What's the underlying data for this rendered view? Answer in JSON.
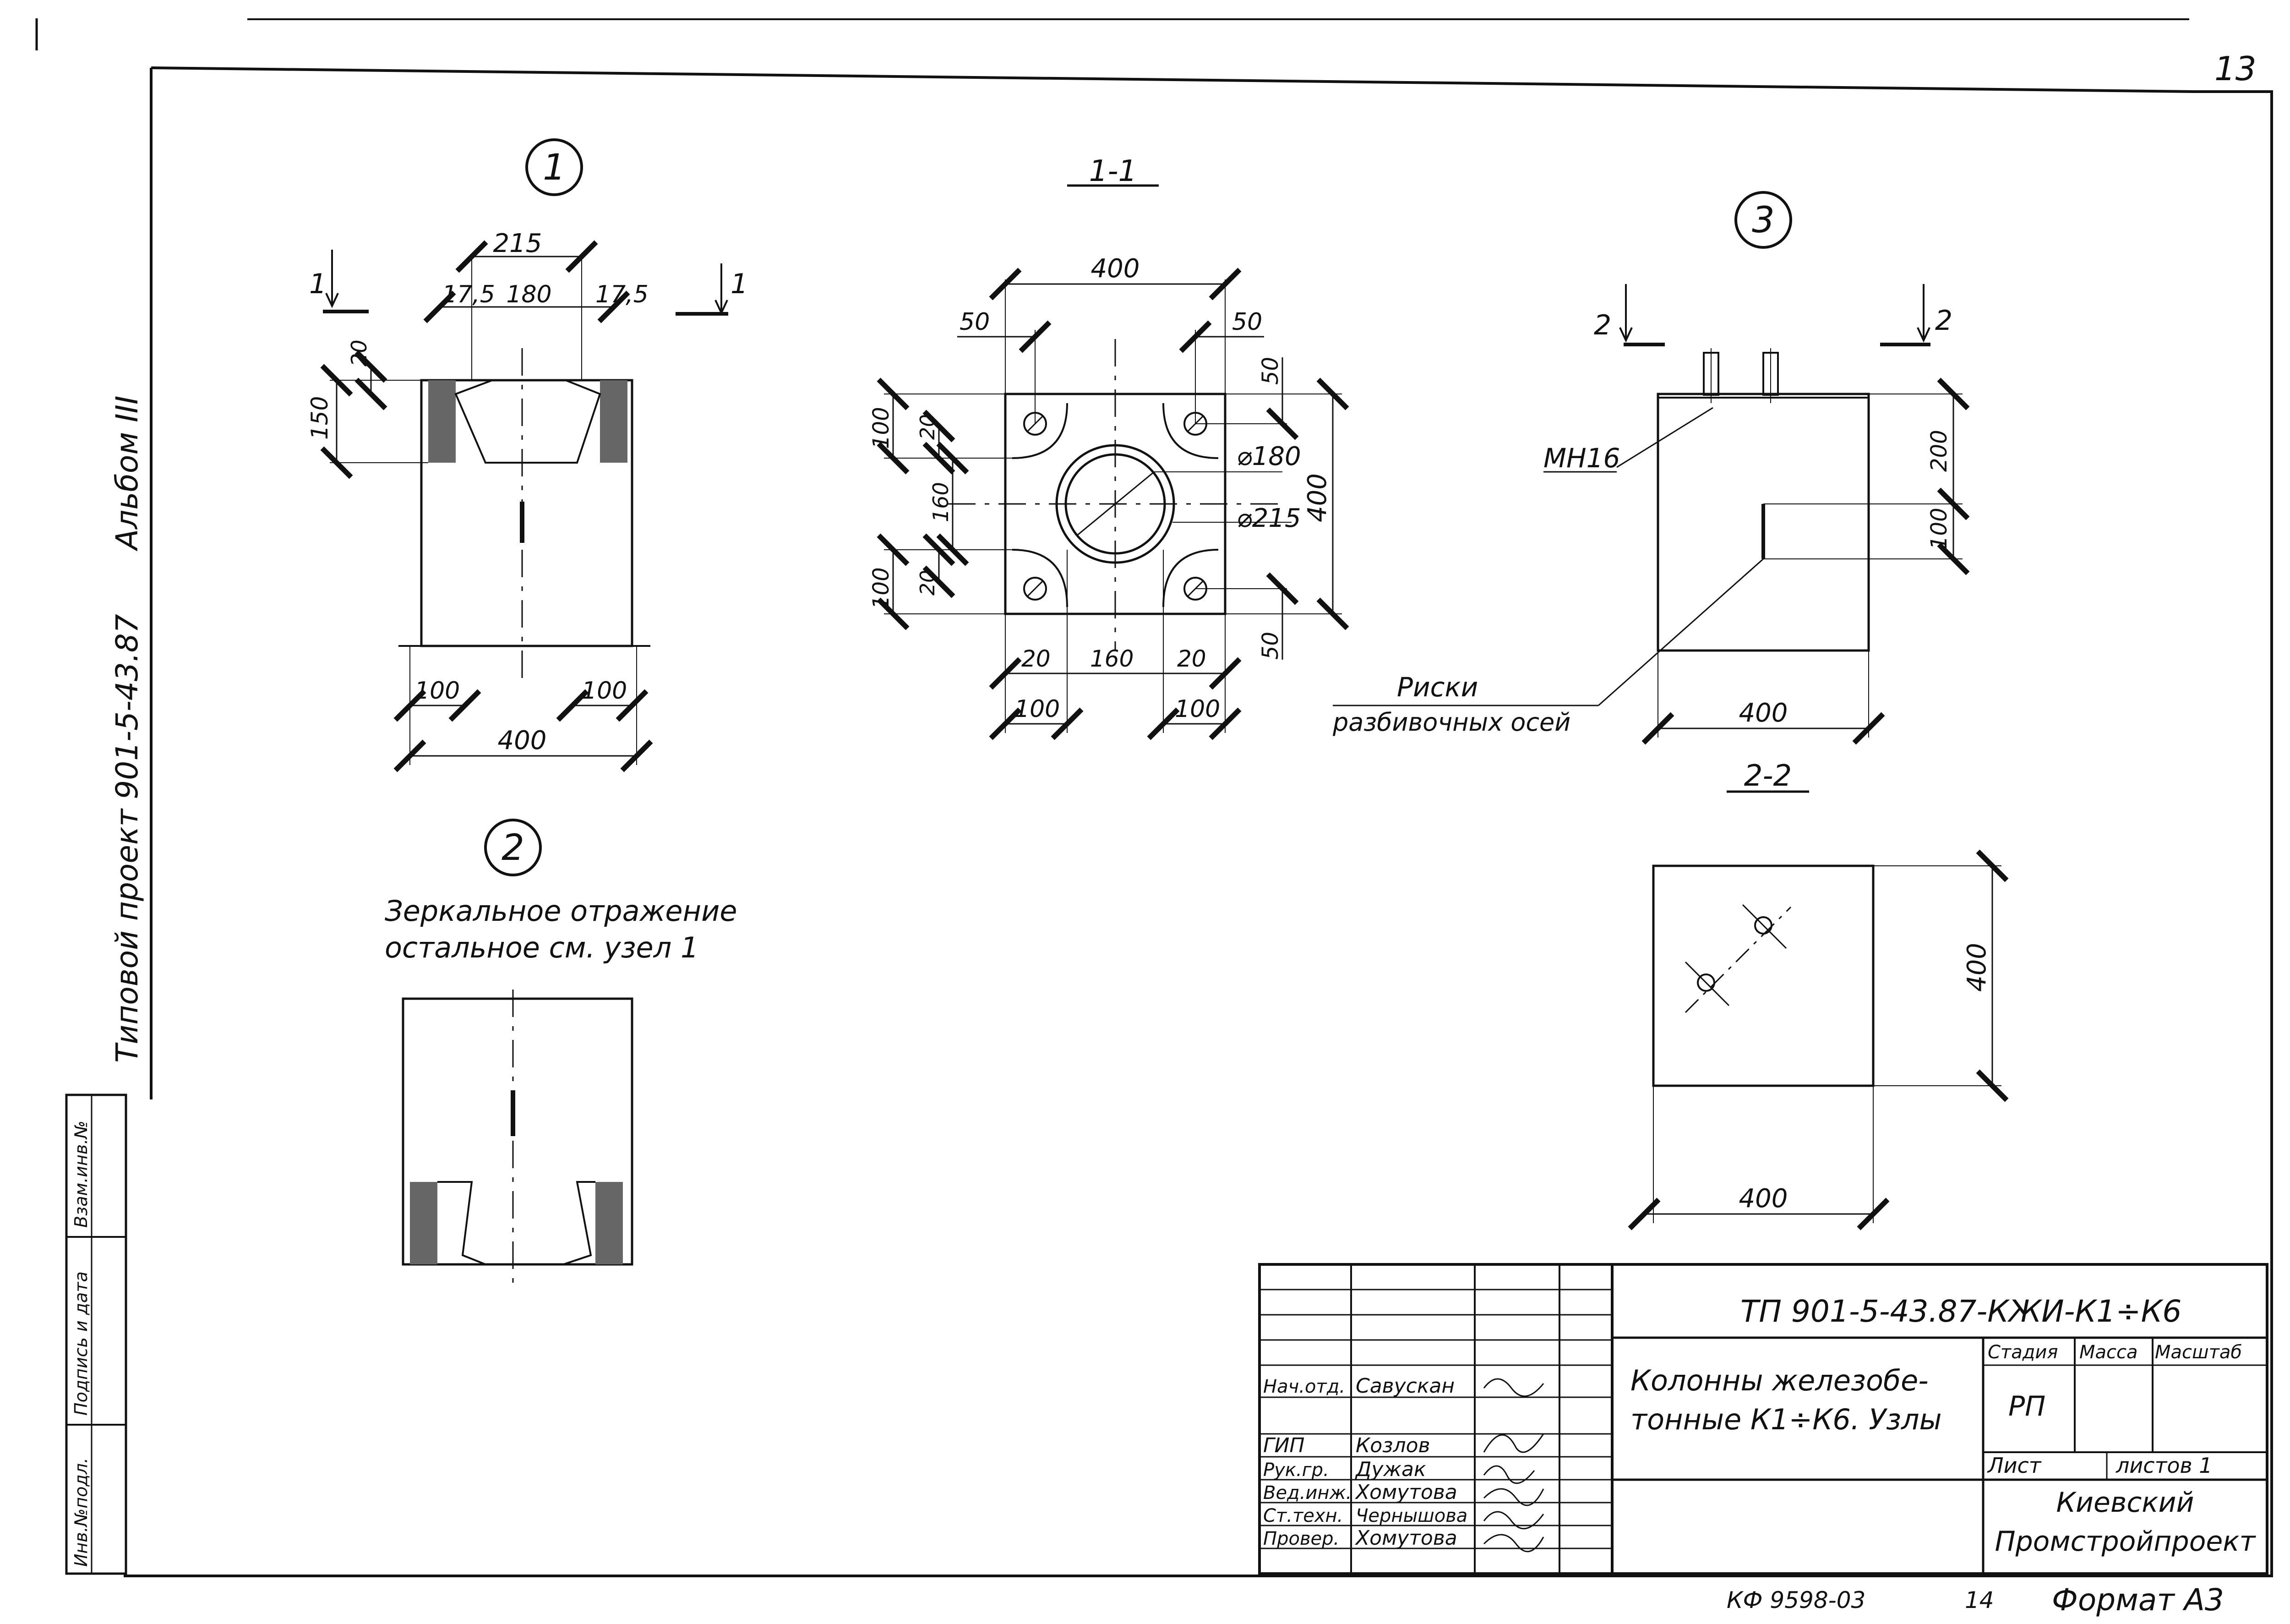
{
  "sheet": {
    "page_number": "13",
    "album_vertical": "Альбом III",
    "project_vertical": "Типовой проект 901-5-43.87"
  },
  "side_stamp": {
    "inv_orig": "Инв.№подл.",
    "sign_date": "Подпись и дата",
    "replace_inv": "Взам.инв.№"
  },
  "node1": {
    "circle_label": "1",
    "section_left": "1",
    "section_right": "1",
    "dim_215": "215",
    "dim_175_left": "17,5",
    "dim_180": "180",
    "dim_175_right": "17,5",
    "dim_20": "20",
    "dim_150": "150",
    "dim_100_left": "100",
    "dim_100_right": "100",
    "dim_400": "400"
  },
  "section11": {
    "title": "1-1",
    "dim_400_top": "400",
    "dim_50_left": "50",
    "dim_50_right": "50",
    "dim_50_rt": "50",
    "dim_50_rb": "50",
    "dim_100_lt": "100",
    "dim_20_lt": "20",
    "dim_160_left": "160",
    "dim_100_lb": "100",
    "dim_20_lb": "20",
    "dim_d180": "⌀180",
    "dim_d215": "⌀215",
    "dim_400_right": "400",
    "dim_20_b1": "20",
    "dim_160_bottom": "160",
    "dim_20_b2": "20",
    "dim_100_bl": "100",
    "dim_100_br": "100"
  },
  "node2": {
    "circle_label": "2",
    "note_line1": "Зеркальное отражение",
    "note_line2": "остальное см. узел 1"
  },
  "node3": {
    "circle_label": "3",
    "section_left": "2",
    "section_right": "2",
    "label_mn": "МН16",
    "dim_200": "200",
    "dim_100": "100",
    "dim_400": "400",
    "risk_line1": "Риски",
    "risk_line2": "разбивочных осей"
  },
  "section22": {
    "title": "2-2",
    "dim_400_right": "400",
    "dim_400_bottom": "400"
  },
  "title_block": {
    "code": "ТП 901-5-43.87-КЖИ-К1÷К6",
    "name_line1": "Колонны железобе-",
    "name_line2": "тонные К1÷К6. Узлы",
    "stage_h": "Стадия",
    "mass_h": "Масса",
    "scale_h": "Масштаб",
    "stage": "РП",
    "sheet_h": "Лист",
    "sheets_h": "листов 1",
    "org_line1": "Киевский",
    "org_line2": "Промстройпроект",
    "roles": [
      {
        "role": "Нач.отд.",
        "name": "Савускан"
      },
      {
        "role": "ГИП",
        "name": "Козлов"
      },
      {
        "role": "Рук.гр.",
        "name": "Дужак"
      },
      {
        "role": "Вед.инж.",
        "name": "Хомутова"
      },
      {
        "role": "Ст.техн.",
        "name": "Чернышова"
      },
      {
        "role": "Провер.",
        "name": "Хомутова"
      }
    ]
  },
  "footer": {
    "kf": "КФ 9598-03",
    "num": "14",
    "format": "Формат А3"
  }
}
